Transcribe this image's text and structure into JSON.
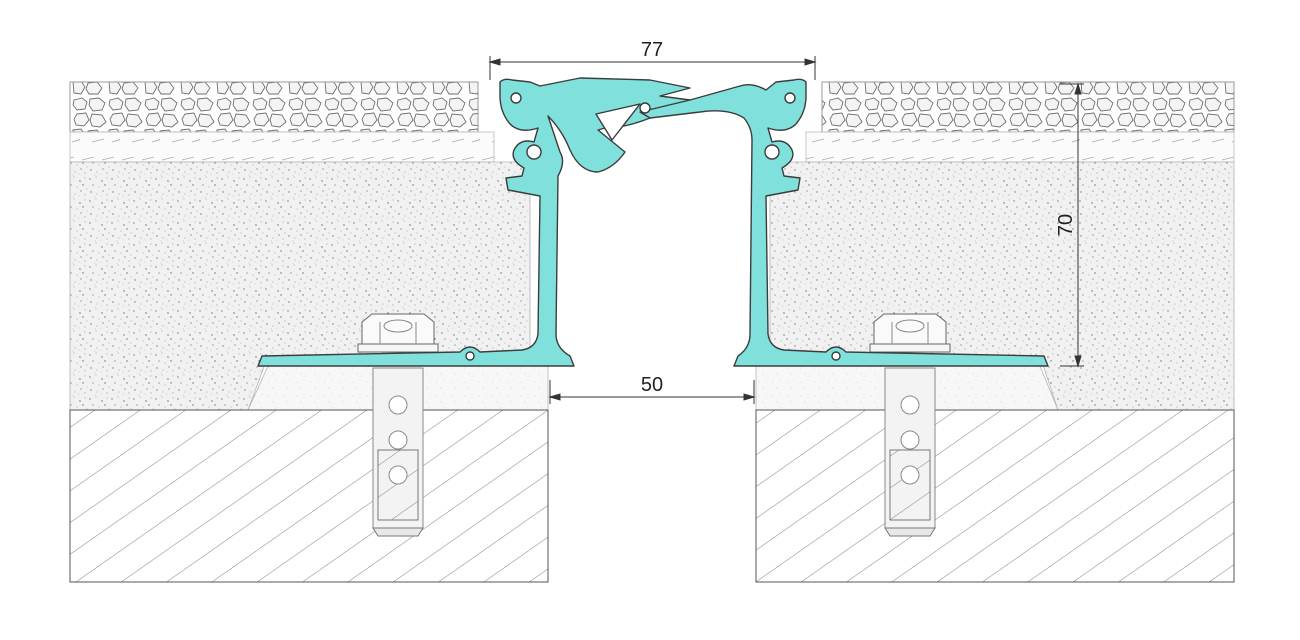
{
  "dimensions": {
    "top_width": "77",
    "gap_width": "50",
    "height": "70"
  },
  "colors": {
    "profile": "#7fe0dc",
    "outline": "#4a4a4a",
    "background": "#ffffff"
  }
}
